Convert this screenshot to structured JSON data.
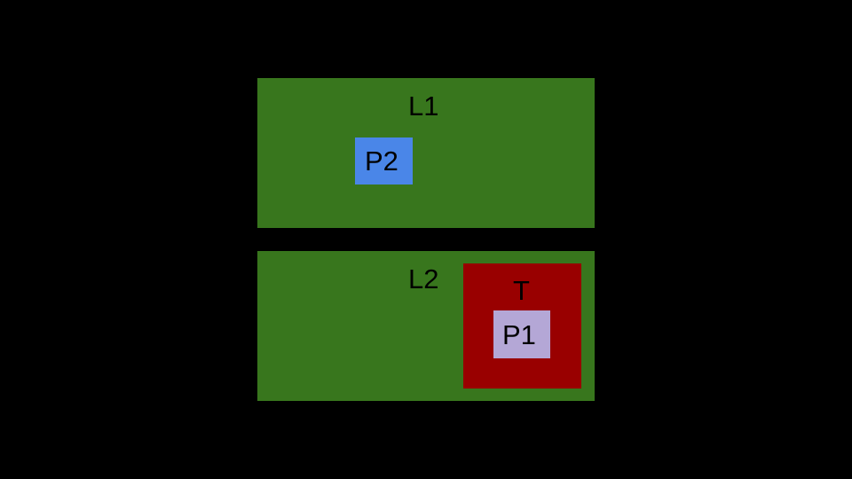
{
  "diagram": {
    "colors": {
      "background": "#000000",
      "container": "#38761d",
      "p2": "#4a86e8",
      "t": "#990000",
      "p1": "#b4a7d6",
      "text": "#000000"
    },
    "boxes": {
      "l1": {
        "label": "L1"
      },
      "p2": {
        "label": "P2"
      },
      "l2": {
        "label": "L2"
      },
      "t": {
        "label": "T"
      },
      "p1": {
        "label": "P1"
      }
    }
  }
}
